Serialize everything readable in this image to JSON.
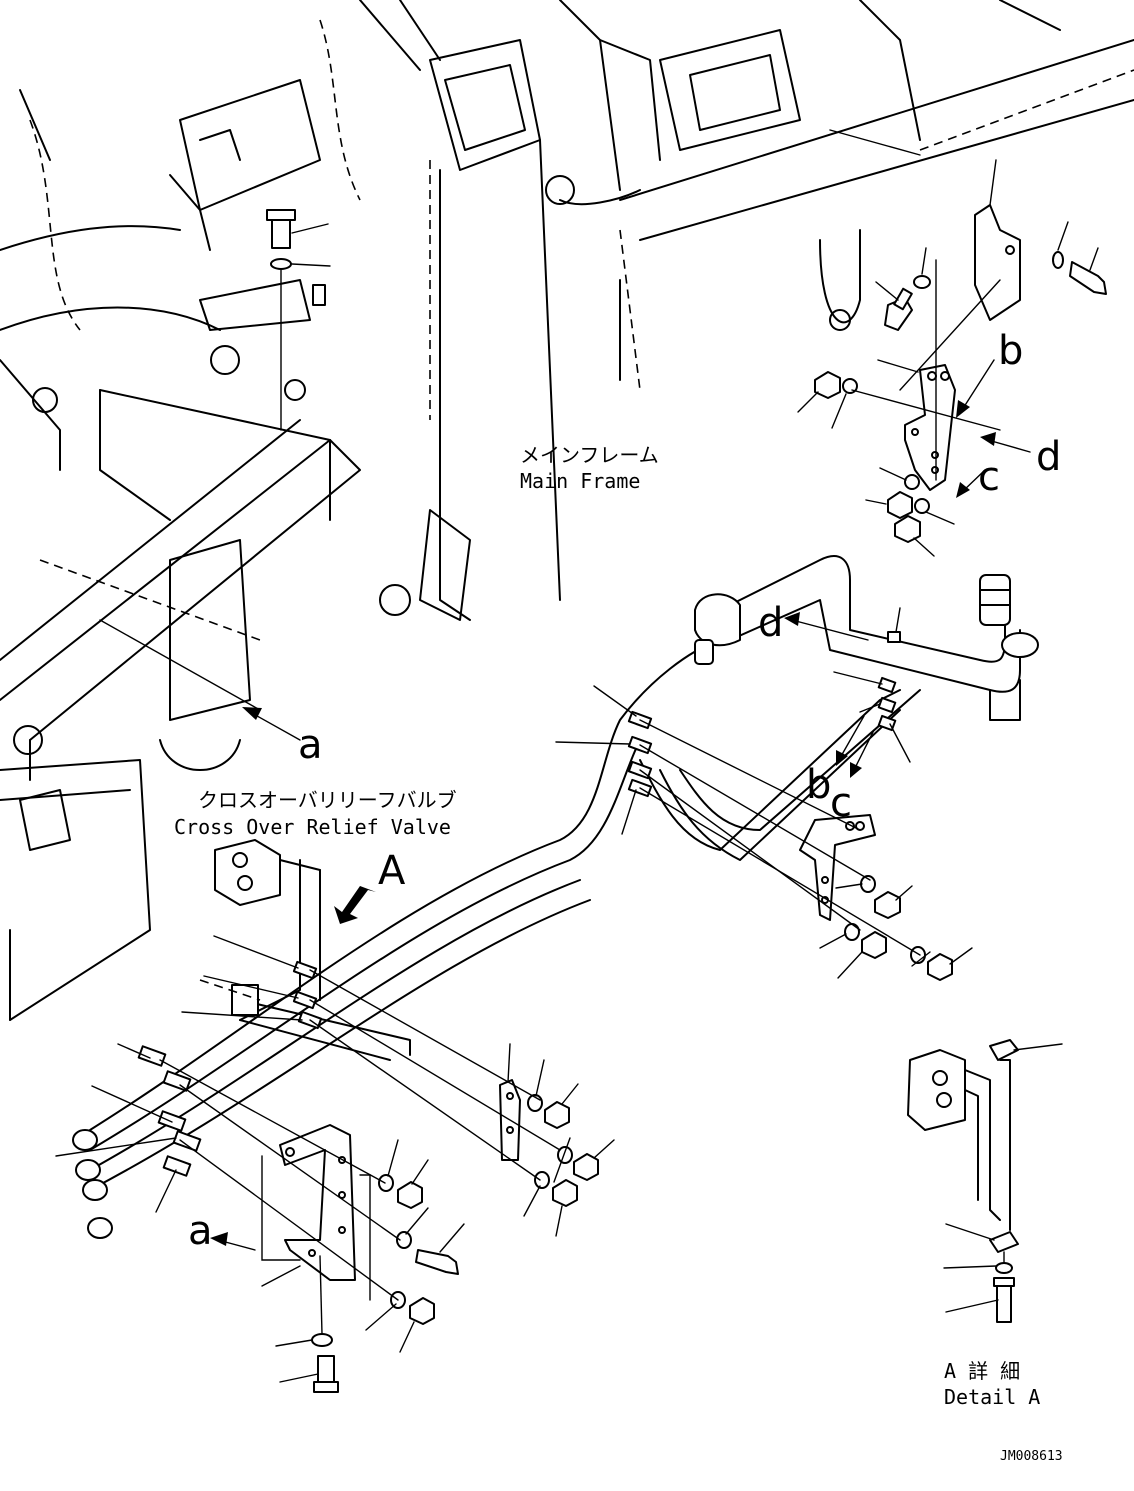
{
  "labels": {
    "main_frame_jp": "メインフレーム",
    "main_frame_en": "Main Frame",
    "relief_valve_jp": "クロスオーバリリーフバルブ",
    "relief_valve_en": "Cross Over Relief Valve",
    "view_arrow": "A",
    "detail_jp": "A 詳 細",
    "detail_en": "Detail A",
    "drawing_no": "JM008613"
  },
  "refs": {
    "a1": "a",
    "a2": "a",
    "b1": "b",
    "b2": "b",
    "c1": "c",
    "c2": "c",
    "d1": "d",
    "d2": "d"
  }
}
